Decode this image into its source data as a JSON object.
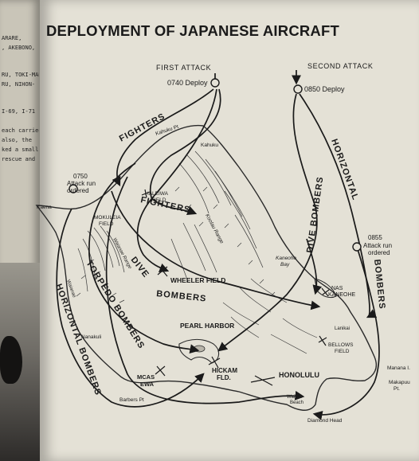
{
  "title": "DEPLOYMENT OF JAPANESE AIRCRAFT",
  "left_page": {
    "lines": [
      "ARARE,",
      ", AKEBONO,",
      "RU, TOKI-MARU",
      "RU, NIHON-",
      "I-69, I-71",
      "each carried",
      "also, the",
      "ked a small",
      "rescue and"
    ]
  },
  "attacks": {
    "first": {
      "label": "FIRST ATTACK",
      "deploy": "0740 Deploy",
      "attack_run": [
        "0750",
        "Attack run",
        "ordered"
      ]
    },
    "second": {
      "label": "SECOND ATTACK",
      "deploy": "0850 Deploy",
      "attack_run": [
        "0855",
        "Attack run",
        "ordered"
      ]
    }
  },
  "routes": {
    "fighters_top": "FIGHTERS",
    "fighters_mid": "FIGHTERS",
    "dive": "DIVE",
    "bombers": "BOMBERS",
    "torpedo": "TORPEDO BOMBERS",
    "horizontal_left": "HORIZONTAL BOMBERS",
    "dive_bombers_right": "DIVE BOMBERS",
    "horizontal_right_top": "HORIZONTAL",
    "bombers_right": "BOMBERS"
  },
  "places": {
    "kahuku_pt": "Kahuku Pt",
    "kahuku": "Kahuku",
    "haleiwa": [
      "HALEIWA",
      "FIELD"
    ],
    "mokuleia": [
      "MOKULEIA",
      "FIELD"
    ],
    "kaena": "Kaena",
    "wheeler": "WHEELER FIELD",
    "kaneohe_bay": [
      "Kaneohe",
      "Bay"
    ],
    "nas_kaneohe": [
      "NAS",
      "KANEOHE"
    ],
    "pearl_harbor": "PEARL HARBOR",
    "bellows": [
      "BELLOWS",
      "FIELD"
    ],
    "lanikai": "Lanikai",
    "manana": "Manana I.",
    "makapuu": [
      "Makapuu",
      "Pt."
    ],
    "hickam": [
      "HICKAM",
      "FLD."
    ],
    "honolulu": "HONOLULU",
    "mcas_ewa": [
      "MCAS",
      "EWA"
    ],
    "barbers_pt": "Barbers Pt",
    "diamond_head": "Diamond Head",
    "waikiki": [
      "Waikiki",
      "Beach"
    ],
    "nanakuli": "Nanakuli",
    "waianae_range": "Waianae Range",
    "koolau_range": "Koolau Range",
    "waianae": "Waianae"
  }
}
